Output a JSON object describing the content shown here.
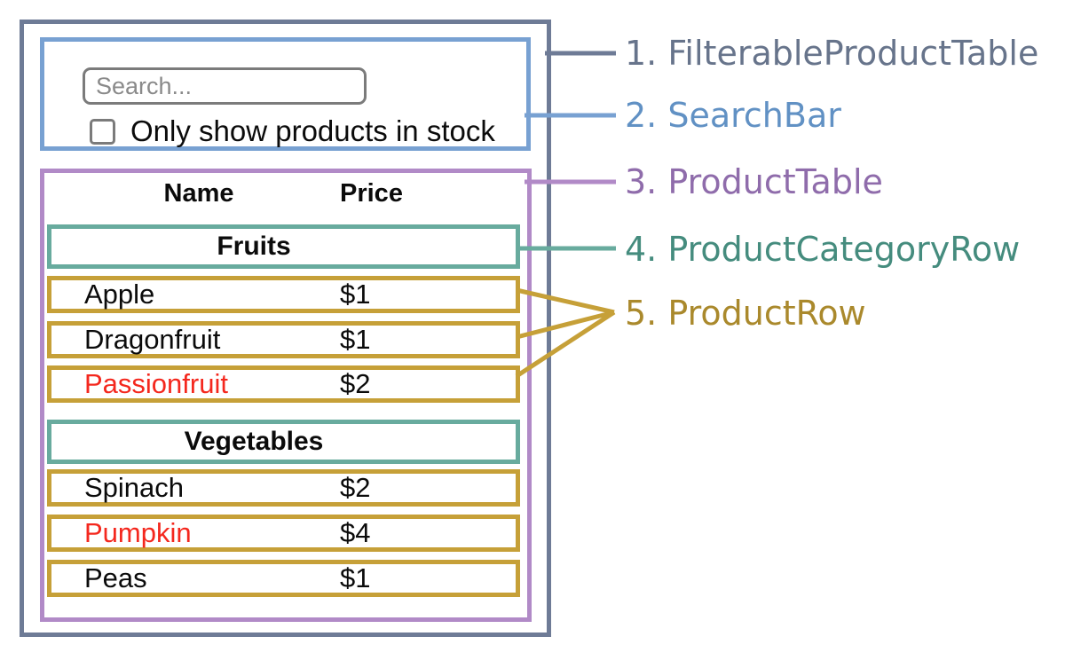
{
  "legend": {
    "items": [
      {
        "label": "1. FilterableProductTable",
        "color": "#6e7b96",
        "text_color": "#67748b"
      },
      {
        "label": "2. SearchBar",
        "color": "#78a1d2",
        "text_color": "#6191c4"
      },
      {
        "label": "3. ProductTable",
        "color": "#b18ac7",
        "text_color": "#8f6cab"
      },
      {
        "label": "4. ProductCategoryRow",
        "color": "#68ab9e",
        "text_color": "#458c7e"
      },
      {
        "label": "5. ProductRow",
        "color": "#c6a038",
        "text_color": "#aa892c"
      }
    ]
  },
  "search_bar": {
    "placeholder": "Search...",
    "checkbox_label": "Only show products in stock",
    "checkbox_checked": false
  },
  "product_table": {
    "headers": {
      "name": "Name",
      "price": "Price"
    },
    "out_of_stock_color": "#f4281e",
    "sections": [
      {
        "category": "Fruits",
        "rows": [
          {
            "name": "Apple",
            "price": "$1"
          },
          {
            "name": "Dragonfruit",
            "price": "$1"
          },
          {
            "name": "Passionfruit",
            "price": "$2",
            "name_color": "#f4281e"
          }
        ]
      },
      {
        "category": "Vegetables",
        "rows": [
          {
            "name": "Spinach",
            "price": "$2"
          },
          {
            "name": "Pumpkin",
            "price": "$4",
            "name_color": "#f4281e"
          },
          {
            "name": "Peas",
            "price": "$1"
          }
        ]
      }
    ]
  }
}
